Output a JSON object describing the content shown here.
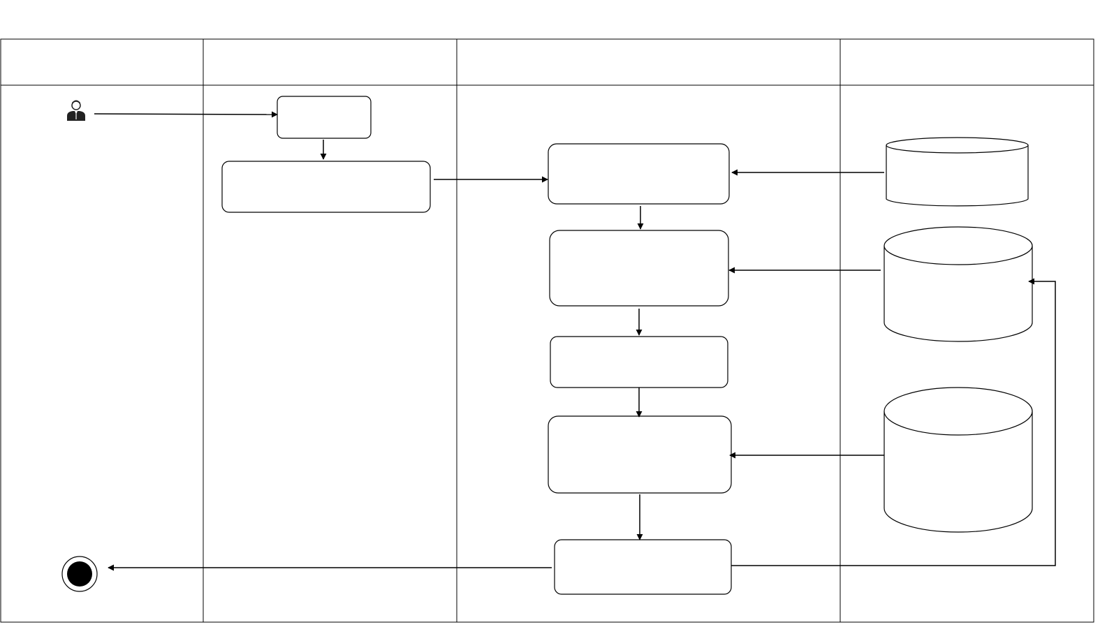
{
  "diagram": {
    "lanes": [
      {
        "header": ""
      },
      {
        "header": ""
      },
      {
        "header": ""
      },
      {
        "header": ""
      }
    ],
    "actor": {
      "icon": "user-icon"
    },
    "activities": [
      {
        "id": "act-1",
        "label": ""
      },
      {
        "id": "act-2",
        "label": ""
      },
      {
        "id": "act-3",
        "label": ""
      },
      {
        "id": "act-4",
        "label": ""
      },
      {
        "id": "act-5",
        "label": ""
      },
      {
        "id": "act-6",
        "label": ""
      },
      {
        "id": "act-7",
        "label": ""
      }
    ],
    "datastores": [
      {
        "id": "store-1",
        "label": ""
      },
      {
        "id": "store-2",
        "label": ""
      },
      {
        "id": "store-3",
        "label": ""
      }
    ],
    "end_node": {
      "icon": "end-node-icon"
    },
    "colors": {
      "stroke": "#000000",
      "fill": "#ffffff"
    }
  }
}
